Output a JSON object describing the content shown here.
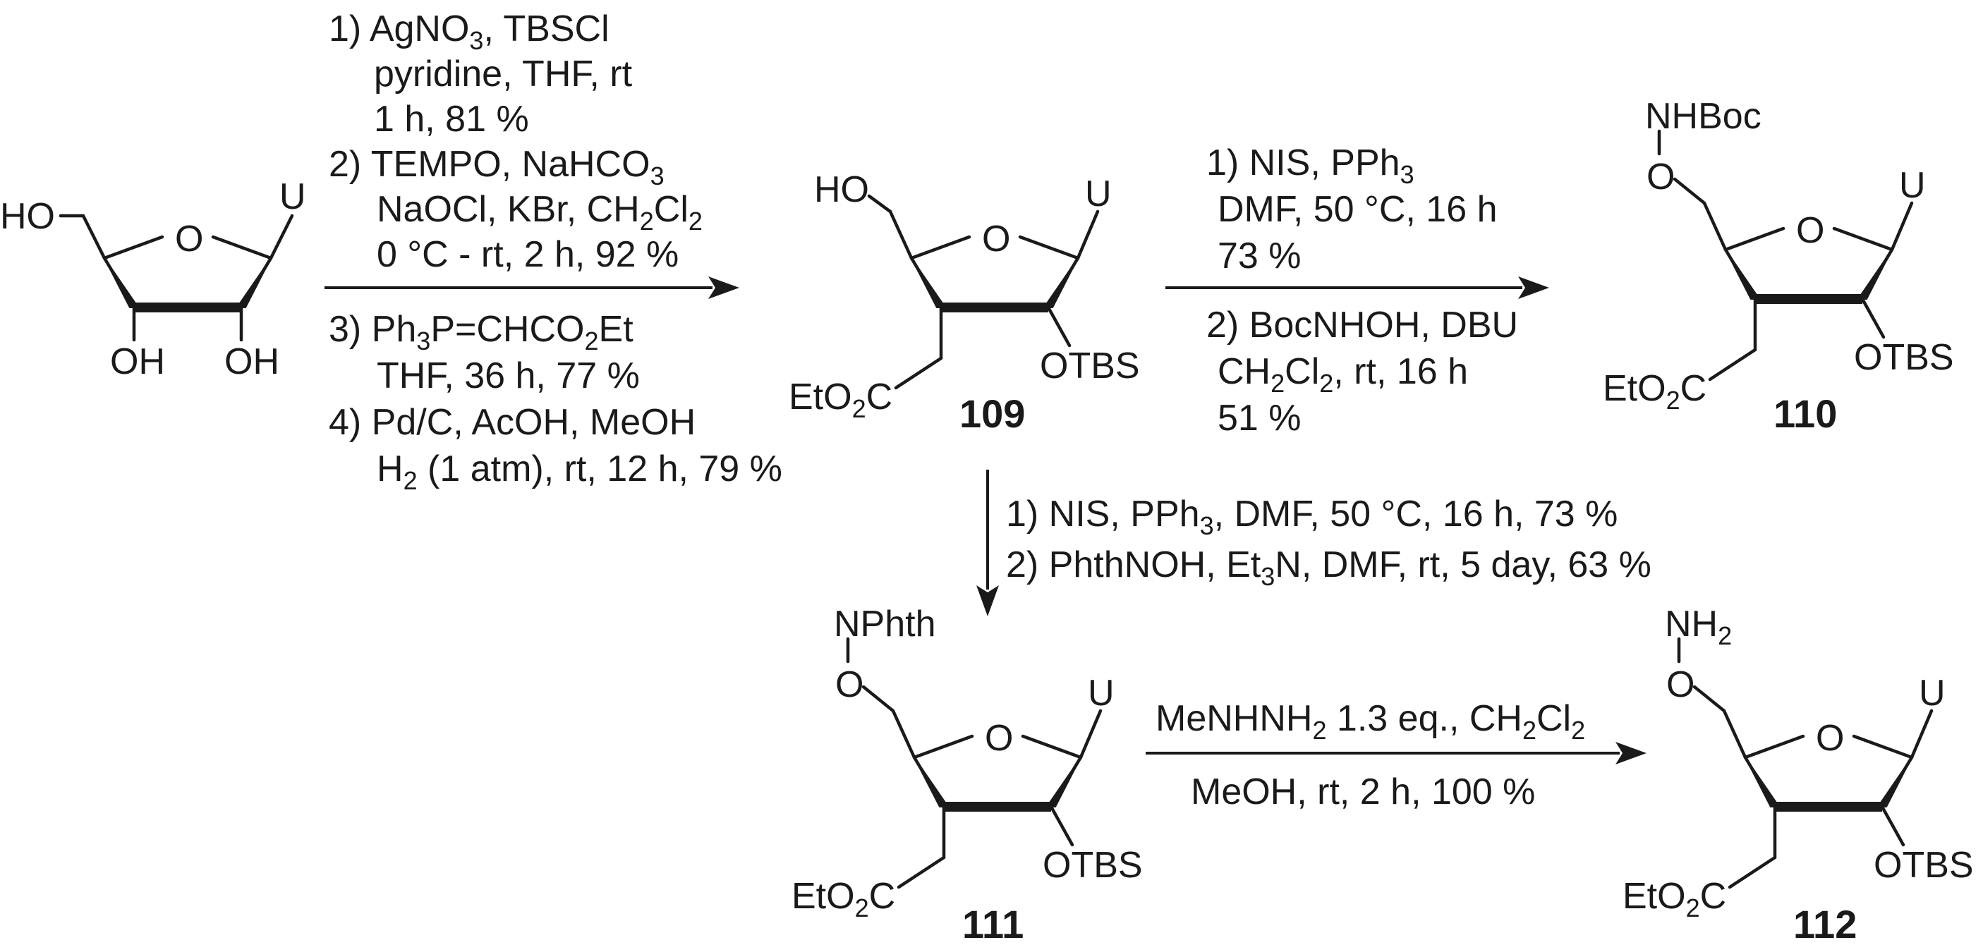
{
  "compounds": {
    "sm": {
      "u": "U",
      "ring_o": "O",
      "c5_oh": "HO",
      "c3_oh": "OH",
      "c2_oh": "OH"
    },
    "c109": {
      "number": "109",
      "u": "U",
      "ring_o": "O",
      "c5_oh": "HO",
      "otbs": "OTBS",
      "ester": "EtO",
      "ester_sub": "2",
      "ester_c": "C"
    },
    "c110": {
      "number": "110",
      "u": "U",
      "ring_o": "O",
      "n_group": "NHBoc",
      "o_link": "O",
      "otbs": "OTBS",
      "ester": "EtO",
      "ester_sub": "2",
      "ester_c": "C"
    },
    "c111": {
      "number": "111",
      "u": "U",
      "ring_o": "O",
      "n_group": "NPhth",
      "o_link": "O",
      "otbs": "OTBS",
      "ester": "EtO",
      "ester_sub": "2",
      "ester_c": "C"
    },
    "c112": {
      "number": "112",
      "u": "U",
      "ring_o": "O",
      "n_group": "NH",
      "n_sub": "2",
      "o_link": "O",
      "otbs": "OTBS",
      "ester": "EtO",
      "ester_sub": "2",
      "ester_c": "C"
    }
  },
  "step1_conditions": {
    "l1a": "1) AgNO",
    "l1a_sub": "3",
    "l1a_tail": ", TBSCl",
    "l2": "pyridine, THF, rt",
    "l3": "1 h, 81 %",
    "l4a": "2) TEMPO, NaHCO",
    "l4a_sub": "3",
    "l5a": "NaOCl, KBr, CH",
    "l5a_sub1": "2",
    "l5a_mid": "Cl",
    "l5a_sub2": "2",
    "l6": "0 °C - rt, 2 h, 92 %",
    "l7a": "3) Ph",
    "l7a_sub1": "3",
    "l7a_mid": "P=CHCO",
    "l7a_sub2": "2",
    "l7a_tail": "Et",
    "l8": "THF,  36 h, 77 %",
    "l9": "4) Pd/C, AcOH, MeOH",
    "l10a": "H",
    "l10a_sub": "2",
    "l10a_tail": " (1 atm), rt, 12 h, 79 %"
  },
  "step2_conditions": {
    "l1a": "1) NIS, PPh",
    "l1a_sub": "3",
    "l2": "DMF,  50 °C, 16 h",
    "l3": "73 %",
    "l4": "2) BocNHOH, DBU",
    "l5a": "CH",
    "l5a_sub1": "2",
    "l5a_mid": "Cl",
    "l5a_sub2": "2",
    "l5a_tail": ", rt, 16 h",
    "l6": "51 %"
  },
  "step3_conditions": {
    "l1a": "1) NIS, PPh",
    "l1a_sub": "3",
    "l1a_tail": ", DMF,  50 °C, 16 h, 73 %",
    "l2a": "2) PhthNOH, Et",
    "l2a_sub": "3",
    "l2a_tail": "N, DMF,  rt, 5 day, 63 %"
  },
  "step4_conditions": {
    "l1a": "MeNHNH",
    "l1a_sub": "2",
    "l1a_mid": " 1.3 eq., CH",
    "l1a_sub2": "2",
    "l1a_mid2": "Cl",
    "l1a_sub3": "2",
    "l2": "MeOH, rt, 2 h, 100 %"
  }
}
